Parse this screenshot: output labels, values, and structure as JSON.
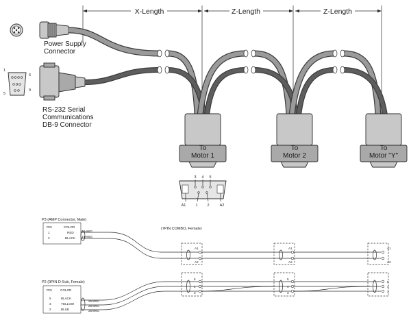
{
  "dimensions": {
    "x_length": "X-Length",
    "z_length_1": "Z-Length",
    "z_length_2": "Z-Length"
  },
  "connectors": {
    "power_supply": [
      "Power Supply",
      "Connector"
    ],
    "rs232": [
      "RS-232  Serial",
      "Communications",
      "DB-9 Connector"
    ],
    "db9_pins": {
      "p1": "1",
      "p5": "5",
      "p6": "6",
      "p9": "9"
    },
    "motor1": [
      "To",
      "Motor 1"
    ],
    "motor2": [
      "To",
      "Motor 2"
    ],
    "motor_y": [
      "To",
      "Motor \"Y\""
    ]
  },
  "pinout_top": {
    "numbers": [
      "3",
      "4",
      "5"
    ],
    "bottom": [
      "A1",
      "1",
      "2",
      "A2"
    ]
  },
  "schematic": {
    "p3_title": "P3 (AMP Connector, Male)",
    "p3_header": [
      "PIN",
      "COLOR"
    ],
    "p3_rows": [
      {
        "pin": "1",
        "color": "RED",
        "awg": "14AWG"
      },
      {
        "pin": "2",
        "color": "BLACK",
        "awg": "14AWG"
      }
    ],
    "combo_label": "(7PIN COMBO, Female)",
    "p2_title": "P2 (9PIN D-Sub, Female)",
    "p2_header": [
      "PIN",
      "COLOR"
    ],
    "p2_rows": [
      {
        "pin": "5",
        "color": "BLACK",
        "awg": "26AWG"
      },
      {
        "pin": "3",
        "color": "YELLOW",
        "awg": "26AWG"
      },
      {
        "pin": "2",
        "color": "BLUE",
        "awg": "26AWG"
      }
    ],
    "conn_top_pins": [
      "A1",
      "A2"
    ],
    "conn_bottom_pins": [
      "5",
      "4",
      "3"
    ]
  }
}
